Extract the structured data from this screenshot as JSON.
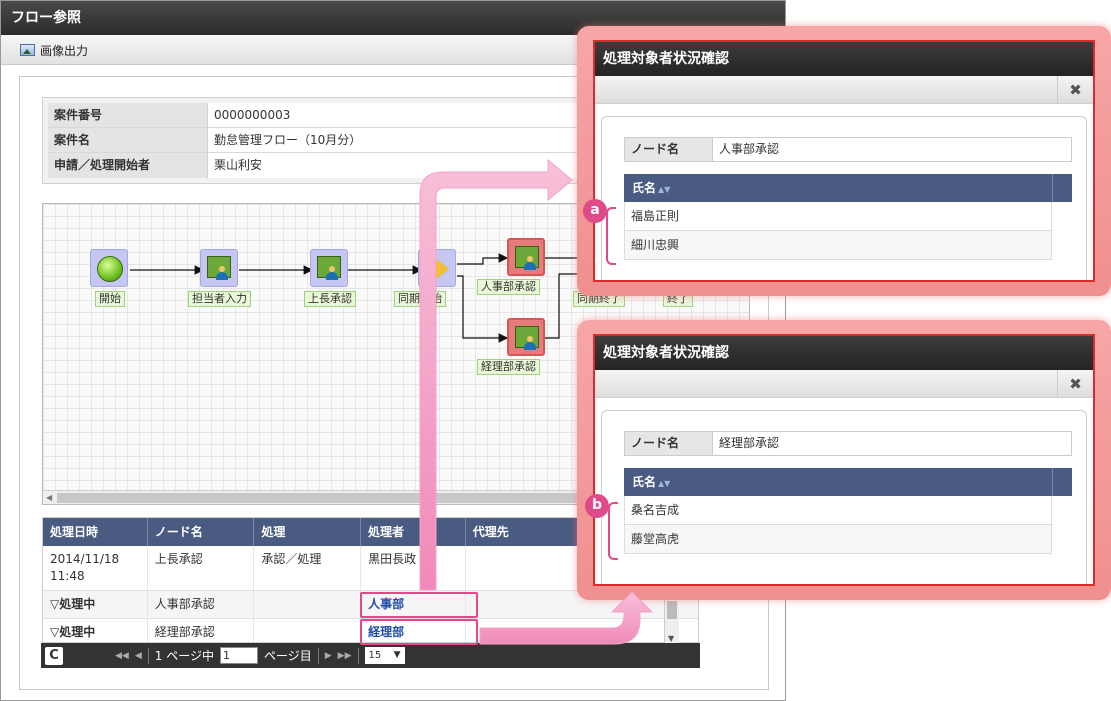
{
  "window": {
    "title": "フロー参照"
  },
  "toolbar": {
    "export_label": "画像出力"
  },
  "info": [
    {
      "key": "案件番号",
      "value": "0000000003"
    },
    {
      "key": "案件名",
      "value": "勤怠管理フロー（10月分）"
    },
    {
      "key": "申請／処理開始者",
      "value": "栗山利安"
    }
  ],
  "diagram": {
    "nodes": {
      "start": "開始",
      "input": "担当者入力",
      "boss": "上長承認",
      "sync_start": "同期開始",
      "hr": "人事部承認",
      "acct": "経理部承認",
      "sync_end": "同期終了",
      "end": "終了"
    }
  },
  "history": {
    "headers": [
      "処理日時",
      "ノード名",
      "処理",
      "処理者",
      "代理先"
    ],
    "rows": [
      {
        "datetime_date": "2014/11/18",
        "datetime_time": "11:48",
        "node": "上長承認",
        "action": "承認／処理",
        "processor": "黒田長政",
        "proxy": ""
      },
      {
        "datetime_date": "▽処理中",
        "datetime_time": "",
        "node": "人事部承認",
        "action": "",
        "processor": "人事部",
        "proxy": ""
      },
      {
        "datetime_date": "▽処理中",
        "datetime_time": "",
        "node": "経理部承認",
        "action": "",
        "processor": "経理部",
        "proxy": ""
      }
    ]
  },
  "pager": {
    "page_of": "1 ページ中",
    "page_value": "1",
    "page_suffix": "ページ目",
    "page_size": "15"
  },
  "dialog_a": {
    "title": "処理対象者状況確認",
    "node_key": "ノード名",
    "node_value": "人事部承認",
    "col_name": "氏名",
    "badge": "a",
    "names": [
      "福島正則",
      "細川忠興"
    ]
  },
  "dialog_b": {
    "title": "処理対象者状況確認",
    "node_key": "ノード名",
    "node_value": "経理部承認",
    "col_name": "氏名",
    "badge": "b",
    "names": [
      "桑名吉成",
      "藤堂高虎"
    ]
  },
  "colors": {
    "accent_pink": "#e04a88",
    "grid_header": "#4a5b82",
    "dialog_border": "#d92b2b"
  }
}
